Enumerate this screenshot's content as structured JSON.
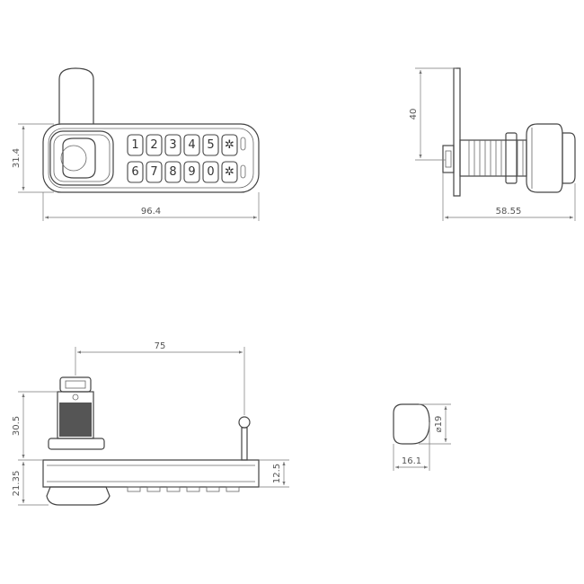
{
  "dimensions": {
    "front_width": "96.4",
    "front_height": "31.4",
    "side_height": "40",
    "side_length": "58.55",
    "bottom_span": "75",
    "bottom_cam_height": "30.5",
    "bottom_body_height": "21.35",
    "bottom_thickness": "12.5",
    "cam_width": "16.1",
    "cam_diameter": "⌀19"
  },
  "keypad": {
    "row1": [
      "1",
      "2",
      "3",
      "4",
      "5",
      "✲"
    ],
    "row2": [
      "6",
      "7",
      "8",
      "9",
      "0",
      "✲"
    ]
  }
}
